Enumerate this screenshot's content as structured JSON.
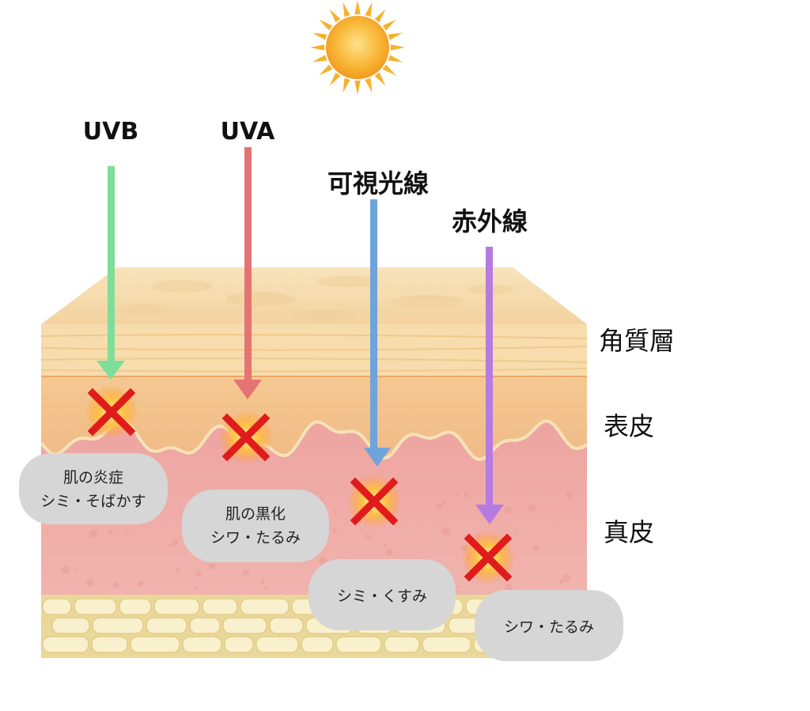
{
  "rays": [
    {
      "label": "UVB",
      "color": "#7fdd9a"
    },
    {
      "label": "UVA",
      "color": "#e57373"
    },
    {
      "label": "可視光線",
      "color": "#6fa3dc"
    },
    {
      "label": "赤外線",
      "color": "#b57be0"
    }
  ],
  "layers": [
    {
      "label": "角質層"
    },
    {
      "label": "表皮"
    },
    {
      "label": "真皮"
    }
  ],
  "effects": [
    {
      "line1": "肌の炎症",
      "line2": "シミ・そばかす"
    },
    {
      "line1": "肌の黒化",
      "line2": "シワ・たるみ"
    },
    {
      "line1": "シミ・くすみ"
    },
    {
      "line1": "シワ・たるみ"
    }
  ],
  "colors": {
    "stratum_corneum": "#f6ddb0",
    "epidermis": "#f3c58f",
    "dermis": "#f0aaa6",
    "fat": "#f4e7b4",
    "damage_x": "#e01b1b",
    "bubble": "#d6d6d6"
  }
}
